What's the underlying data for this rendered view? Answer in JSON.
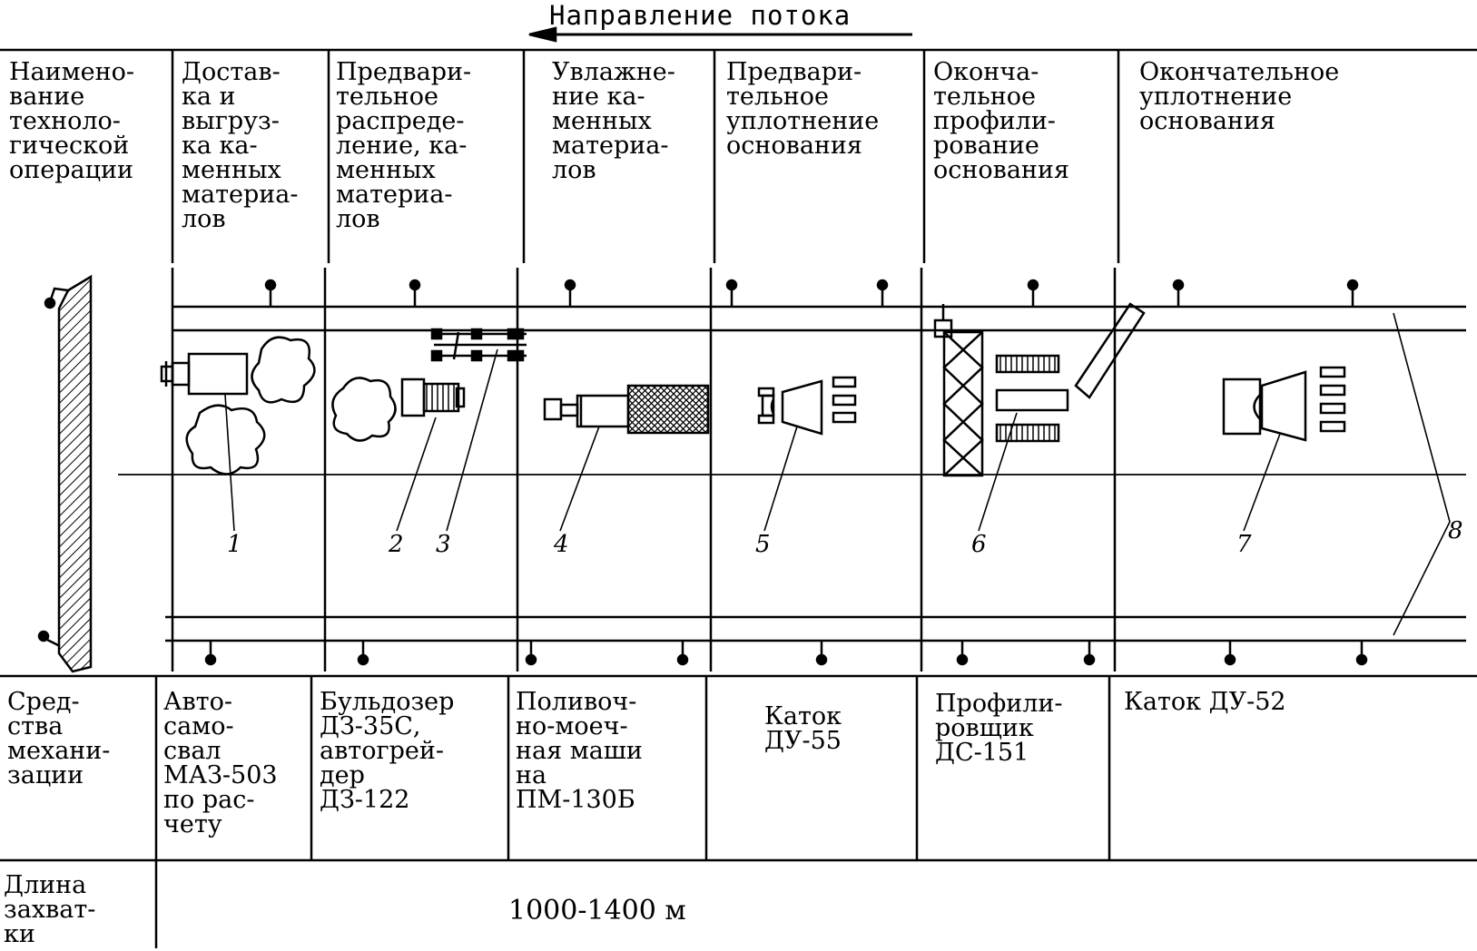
{
  "flow_direction": "Направление потока",
  "header": {
    "operation_label": "Наимено-\nвание\nтехноло-\nгической\nоперации",
    "operations": [
      "Достав-\nка и\nвыгруз-\nка ка-\nменных\nматериа-\nлов",
      "Предвари-\nтельное\nраспреде-\nление, ка-\nменных\nматериа-\nлов",
      "Увлажне-\nние ка-\nменных\nматериа-\nлов",
      "Предвари-\nтельное\nуплотнение\nоснования",
      "Оконча-\nтельное\nпрофили-\nрование\nоснования",
      "Окончательное\nуплотнение\nоснования"
    ]
  },
  "callouts": [
    "1",
    "2",
    "3",
    "4",
    "5",
    "6",
    "7",
    "8"
  ],
  "machinery": {
    "label": "Сред-\nства\nмехани-\nзации",
    "items": [
      "Авто-\nсамо-\nсвал\nМАЗ-503\nпо рас-\nчету",
      "Бульдозер\nДЗ-35С,\nавтогрей-\nдер\nДЗ-122",
      "Поливоч-\nно-моеч-\nная маши\nна\nПМ-130Б",
      "Каток\nДУ-55",
      "Профили-\nровщик\nДС-151",
      "Каток ДУ-52"
    ]
  },
  "length": {
    "label": "Длина\nзахват-\nки",
    "value": "1000-1400 м"
  }
}
